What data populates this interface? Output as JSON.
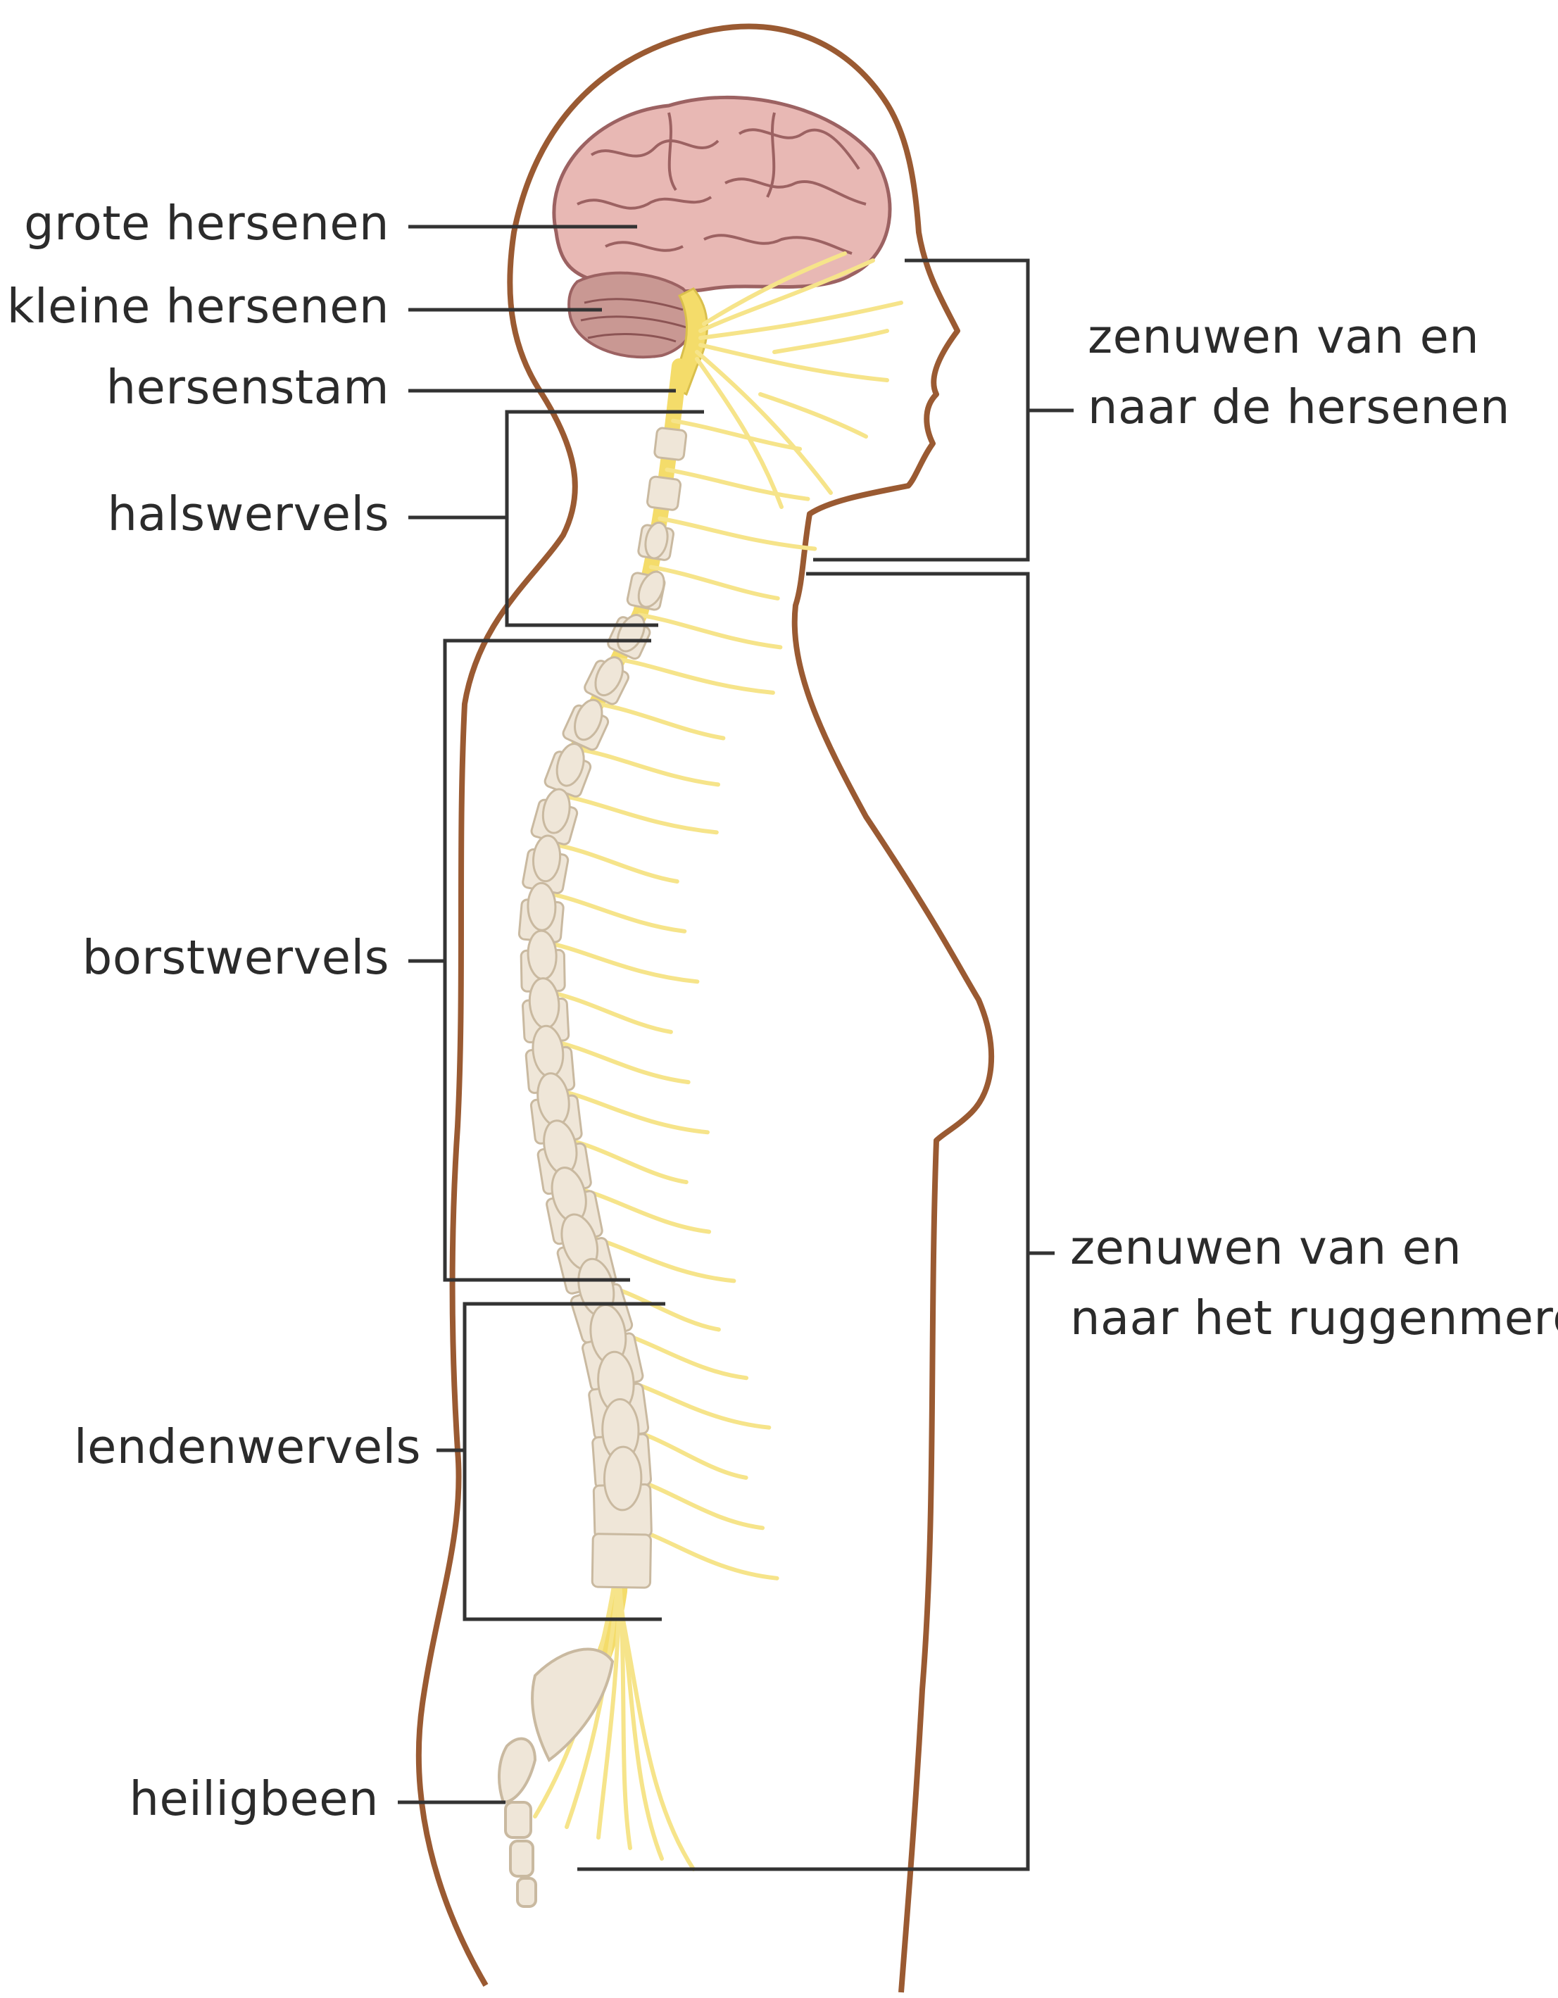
{
  "diagram": {
    "labels": {
      "grote_hersenen": "grote hersenen",
      "kleine_hersenen": "kleine hersenen",
      "hersenstam": "hersenstam",
      "halswervels": "halswervels",
      "borstwervels": "borstwervels",
      "lendenwervels": "lendenwervels",
      "heiligbeen": "heiligbeen",
      "zenuwen_hersenen_1": "zenuwen van en",
      "zenuwen_hersenen_2": "naar de hersenen",
      "zenuwen_ruggenmerg_1": "zenuwen van en",
      "zenuwen_ruggenmerg_2": "naar het ruggenmerg"
    },
    "colors": {
      "body_outline": "#9a5a32",
      "brain_fill": "#e8b8b4",
      "brain_line": "#9c6262",
      "cerebellum_fill": "#c99893",
      "spinal_cord": "#f4dc6a",
      "nerves": "#f6e48a",
      "vertebra_fill": "#efe6d8",
      "vertebra_line": "#c9b9a0",
      "leader_line": "#333333"
    }
  }
}
